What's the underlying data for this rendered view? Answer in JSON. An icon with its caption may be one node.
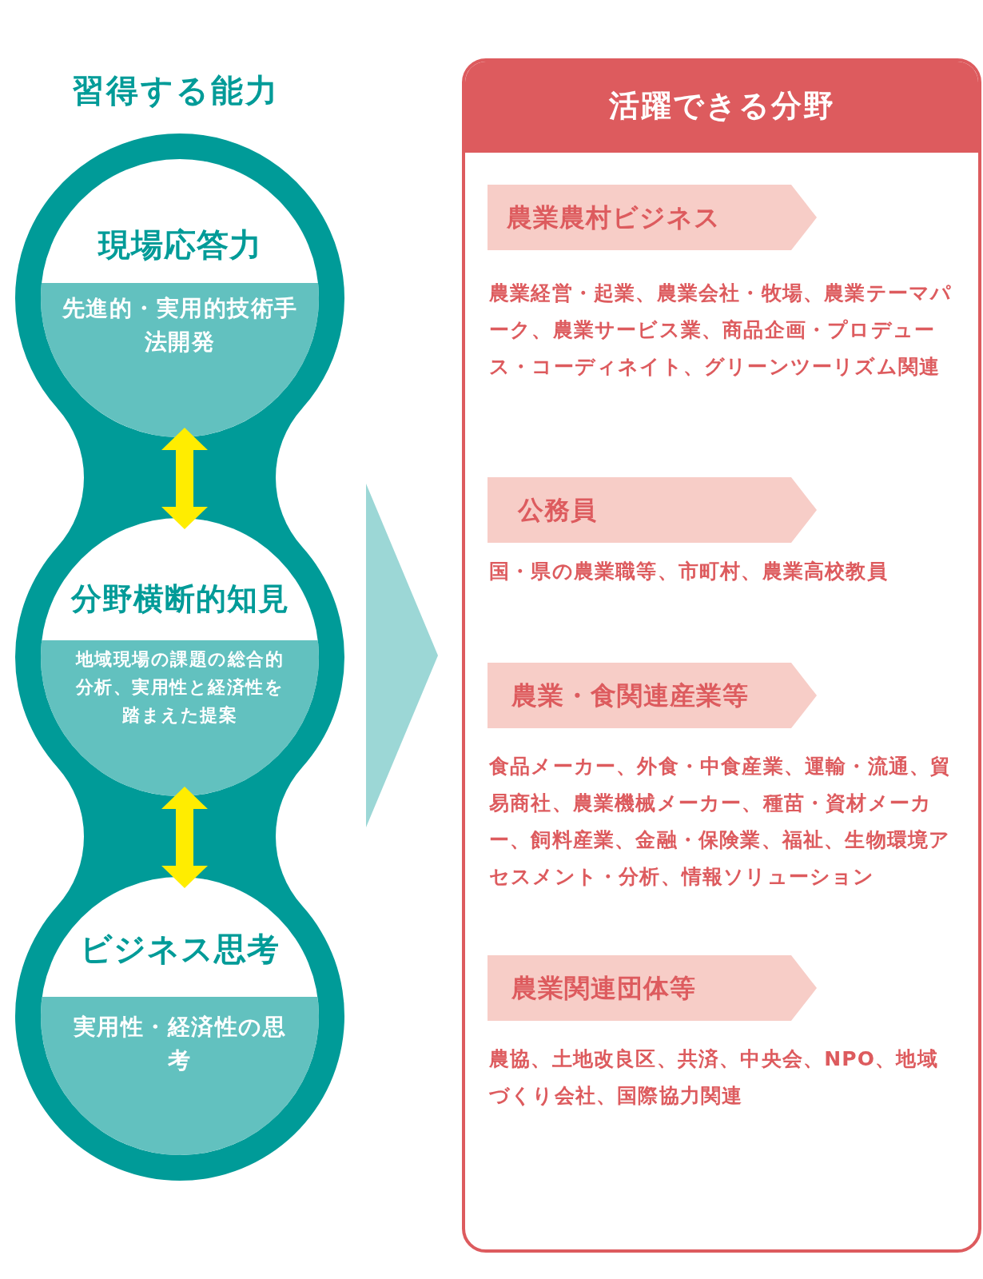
{
  "diagram": {
    "nodes": [
      {
        "text": [
          "習得する能力"
        ]
      },
      {
        "text": [
          "現場応答力",
          "先進的・実用的技術手法開発"
        ],
        "in": 0
      },
      {
        "text": [
          "分野横断的知見",
          "地域現場の課題の総合的分析、実用性と経済性を踏まえた提案"
        ],
        "in": 0
      },
      {
        "text": [
          "ビジネス思考",
          "実用性・経済性の思考"
        ],
        "in": 0
      },
      {
        "text": [
          "活躍できる分野"
        ]
      },
      {
        "text": [
          "農業農村ビジネス"
        ],
        "in": 4,
        "beside": [
          "農業経営・起業、農業会社・牧場、農業テーマパーク、農業サービス業、商品企画・プロデュース・コーディネイト、グリーンツーリズム関連"
        ]
      },
      {
        "text": [
          "公務員"
        ],
        "in": 4,
        "beside": [
          "国・県の農業職等、市町村、農業高校教員"
        ]
      },
      {
        "text": [
          "農業・食関連産業等"
        ],
        "in": 4,
        "beside": [
          "食品メーカー、外食・中食産業、運輸・流通、貿易商社、農業機械メーカー、種苗・資材メーカー、飼料産業、金融・保険業、福祉、生物環境アセスメント・分析、情報ソリューション"
        ]
      },
      {
        "text": [
          "農業関連団体等"
        ],
        "in": 4,
        "beside": [
          "農協、土地改良区、共済、中央会、NPO、地域づくり会社、国際協力関連"
        ]
      }
    ],
    "edges": [
      {
        "from": 1,
        "to": 2,
        "arrow": "both"
      },
      {
        "from": 2,
        "to": 3,
        "arrow": "both"
      },
      {
        "from": 0,
        "to": 4,
        "arrow": "to"
      }
    ]
  }
}
